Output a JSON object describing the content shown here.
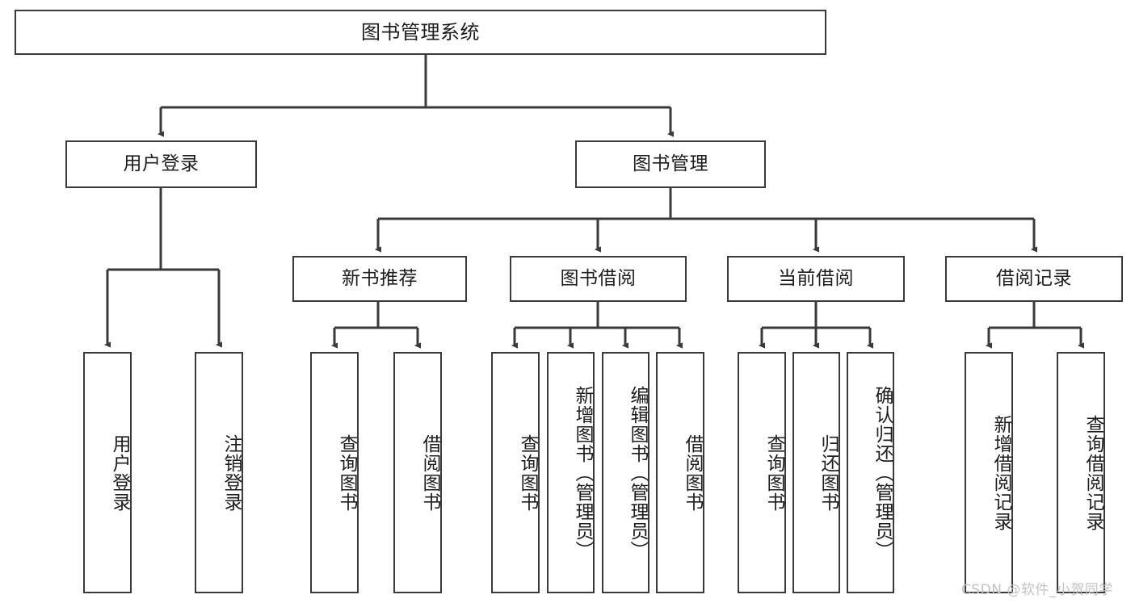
{
  "diagram": {
    "title": "图书管理系统",
    "watermark": "CSDN @软件_小贺同学",
    "style": {
      "border_color": "#3a3a3a",
      "background": "#ffffff",
      "text_color": "#1d1d1d",
      "watermark_color": "#c2c2c2"
    },
    "root": {
      "label": "图书管理系统"
    },
    "level2": [
      {
        "label": "用户登录"
      },
      {
        "label": "图书管理"
      }
    ],
    "level3": [
      {
        "label": "新书推荐"
      },
      {
        "label": "图书借阅"
      },
      {
        "label": "当前借阅"
      },
      {
        "label": "借阅记录"
      }
    ],
    "leaves": {
      "user_login": [
        {
          "label": "用户登录"
        },
        {
          "label": "注销登录"
        }
      ],
      "new_book": [
        {
          "label": "查询图书"
        },
        {
          "label": "借阅图书"
        }
      ],
      "book_borrow": [
        {
          "label": "查询图书"
        },
        {
          "label": "新增图书（管理员）"
        },
        {
          "label": "编辑图书（管理员）"
        },
        {
          "label": "借阅图书"
        }
      ],
      "current_borrow": [
        {
          "label": "查询图书"
        },
        {
          "label": "归还图书"
        },
        {
          "label": "确认归还（管理员）"
        }
      ],
      "borrow_record": [
        {
          "label": "新增借阅记录"
        },
        {
          "label": "查询借阅记录"
        }
      ]
    }
  }
}
